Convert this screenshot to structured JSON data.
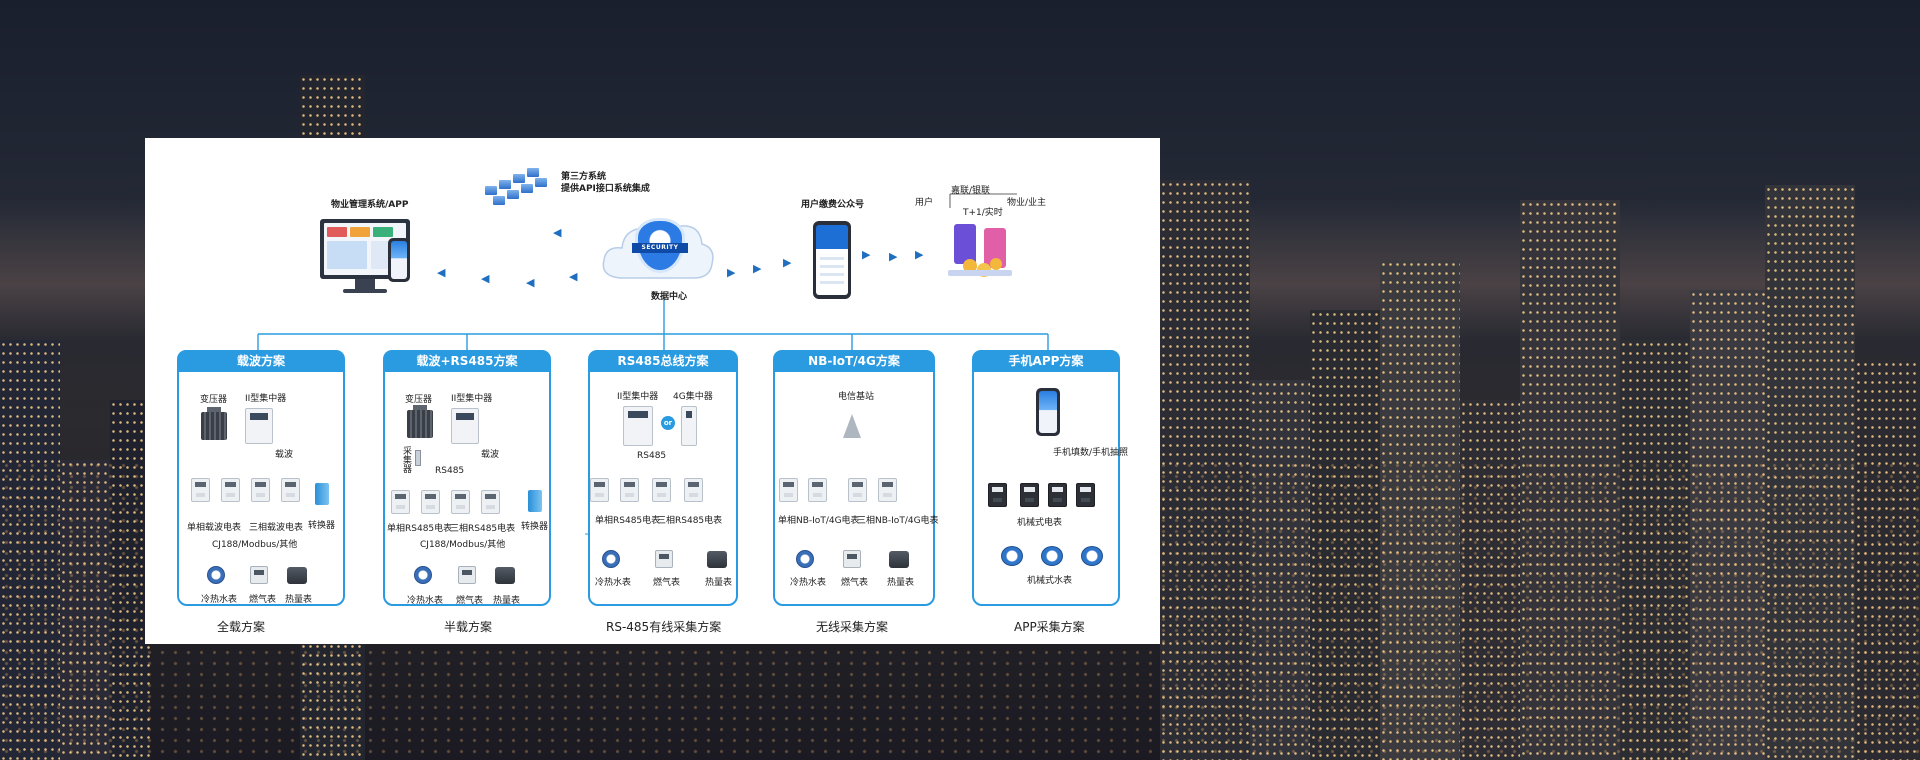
{
  "top": {
    "property_system": "物业管理系统/APP",
    "third_party_line1": "第三方系统",
    "third_party_line2": "提供API接口系统集成",
    "data_center": "数据中心",
    "security_badge": "SECURITY",
    "wechat_account": "用户缴费公众号",
    "user": "用户",
    "bank": "嘉联/银联",
    "owner": "物业/业主",
    "settle": "T+1/实时"
  },
  "cards": [
    {
      "title": "载波方案",
      "footer": "全载方案",
      "transformer": "变压器",
      "concentrator": "II型集中器",
      "carrier": "载波",
      "converter": "转换器",
      "single": "单相载波电表",
      "three": "三相载波电表",
      "protocol": "CJ188/Modbus/其他",
      "water": "冷热水表",
      "gas": "燃气表",
      "heat": "热量表"
    },
    {
      "title": "载波+RS485方案",
      "footer": "半载方案",
      "transformer": "变压器",
      "concentrator": "II型集中器",
      "collector": "采集器",
      "rs485": "RS485",
      "carrier": "载波",
      "converter": "转换器",
      "single": "单相RS485电表",
      "three": "三相RS485电表",
      "protocol": "CJ188/Modbus/其他",
      "water": "冷热水表",
      "gas": "燃气表",
      "heat": "热量表"
    },
    {
      "title": "RS485总线方案",
      "footer": "RS-485有线采集方案",
      "concentrator": "II型集中器",
      "concentrator_4g": "4G集中器",
      "or": "or",
      "rs485": "RS485",
      "single": "单相RS485电表",
      "three": "三相RS485电表",
      "water": "冷热水表",
      "gas": "燃气表",
      "heat": "热量表"
    },
    {
      "title": "NB-IoT/4G方案",
      "footer": "无线采集方案",
      "tower": "电信基站",
      "single": "单相NB-IoT/4G电表",
      "three": "三相NB-IoT/4G电表",
      "water": "冷热水表",
      "gas": "燃气表",
      "heat": "热量表"
    },
    {
      "title": "手机APP方案",
      "footer": "APP采集方案",
      "reading": "手机填数/手机抽照",
      "mech_elec": "机械式电表",
      "mech_water": "机械式水表"
    }
  ],
  "colors": {
    "accent": "#2a9be0",
    "arrow": "#1e6fbf",
    "panel": "#ffffff"
  }
}
